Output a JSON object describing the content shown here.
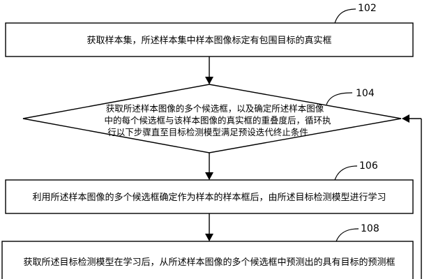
{
  "steps": [
    {
      "id": "102",
      "label": "获取样本集，所述样本集中样本图像标定有包围目标的真实框"
    },
    {
      "id": "104",
      "lines": [
        "获取所述样本图像的多个候选框，以及确定所述样本图像",
        "中的每个候选框与该样本图像的真实框的重叠度后，循环执",
        "行以下步骤直至目标检测模型满足预设迭代终止条件"
      ]
    },
    {
      "id": "106",
      "label": "利用所述样本图像的多个候选框确定作为样本的样本框后，由所述目标检测模型进行学习"
    },
    {
      "id": "108",
      "label": "获取所述目标检测模型在学习后，从所述样本图像的多个候选框中预测出的具有目标的预测框"
    }
  ]
}
